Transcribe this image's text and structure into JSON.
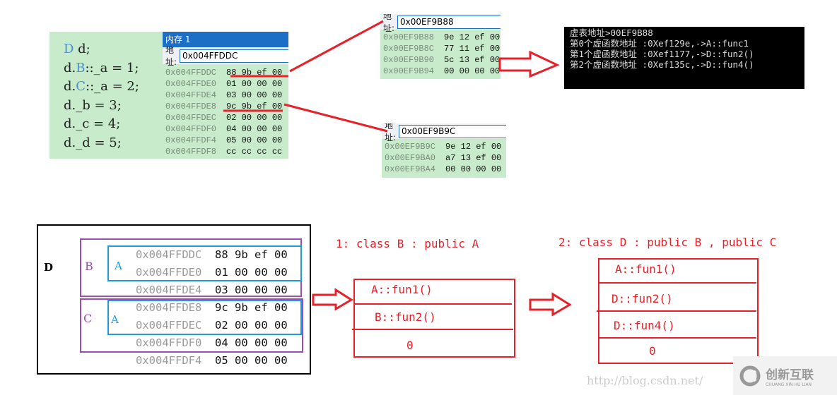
{
  "code": {
    "lines": [
      {
        "pre": "",
        "kw": "D",
        "post": " d;"
      },
      {
        "pre": "d.",
        "kw": "B",
        "post": "::_a = 1;"
      },
      {
        "pre": "d.",
        "kw": "C",
        "post": "::_a = 2;"
      },
      {
        "pre": "d._b = 3;",
        "kw": "",
        "post": ""
      },
      {
        "pre": "d._c = 4;",
        "kw": "",
        "post": ""
      },
      {
        "pre": "d._d = 5;",
        "kw": "",
        "post": ""
      }
    ]
  },
  "memory1": {
    "title": "内存 1",
    "addr_label": "地址:",
    "addr_value": "0x004FFDDC",
    "rows": [
      {
        "a": "0x004FFDDC",
        "b": "88 9b ef 00"
      },
      {
        "a": "0x004FFDE0",
        "b": "01 00 00 00"
      },
      {
        "a": "0x004FFDE4",
        "b": "03 00 00 00"
      },
      {
        "a": "0x004FFDE8",
        "b": "9c 9b ef 00"
      },
      {
        "a": "0x004FFDEC",
        "b": "02 00 00 00"
      },
      {
        "a": "0x004FFDF0",
        "b": "04 00 00 00"
      },
      {
        "a": "0x004FFDF4",
        "b": "05 00 00 00"
      },
      {
        "a": "0x004FFDF8",
        "b": "cc cc cc cc"
      }
    ]
  },
  "memory2": {
    "addr_label": "地址:",
    "addr_value": "0x00EF9B88",
    "rows": [
      {
        "a": "0x00EF9B88",
        "b": "9e 12 ef 00"
      },
      {
        "a": "0x00EF9B8C",
        "b": "77 11 ef 00"
      },
      {
        "a": "0x00EF9B90",
        "b": "5c 13 ef 00"
      },
      {
        "a": "0x00EF9B94",
        "b": "00 00 00 00"
      }
    ]
  },
  "memory3": {
    "addr_label": "地址:",
    "addr_value": "0x00EF9B9C",
    "rows": [
      {
        "a": "0x00EF9B9C",
        "b": "9e 12 ef 00"
      },
      {
        "a": "0x00EF9BA0",
        "b": "a7 13 ef 00"
      },
      {
        "a": "0x00EF9BA4",
        "b": "00 00 00 00"
      }
    ]
  },
  "console": {
    "lines": [
      "虚表地址>00EF9B88",
      "第0个虚函数地址 :0Xef129e,->A::func1",
      "第1个虚函数地址 :0Xef1177,->D::fun2()",
      "第2个虚函数地址 :0Xef135c,->D::fun4()"
    ]
  },
  "layout_diagram": {
    "object_label": "D",
    "b_label": "B",
    "c_label": "C",
    "a_label": "A",
    "rows": [
      {
        "a": "0x004FFDDC",
        "b": "88 9b ef 00"
      },
      {
        "a": "0x004FFDE0",
        "b": "01 00 00 00"
      },
      {
        "a": "0x004FFDE4",
        "b": "03 00 00 00"
      },
      {
        "a": "0x004FFDE8",
        "b": "9c 9b ef 00"
      },
      {
        "a": "0x004FFDEC",
        "b": "02 00 00 00"
      },
      {
        "a": "0x004FFDF0",
        "b": "04 00 00 00"
      },
      {
        "a": "0x004FFDF4",
        "b": "05 00 00 00"
      }
    ]
  },
  "vtable1": {
    "title": "1: class B : public A",
    "entries": [
      "A::fun1()",
      "B::fun2()",
      "0"
    ]
  },
  "vtable2": {
    "title": "2: class D : public B , public C",
    "entries": [
      "A::fun1()",
      "D::fun2()",
      "D::fun4()",
      "0"
    ]
  },
  "watermark": {
    "text": "http://blog.csdn.net/",
    "logo_cn": "创新互联",
    "logo_en": "CHUANG XIN HU LIAN"
  },
  "colors": {
    "red": "#e8202a",
    "purple": "#9b4fb0",
    "blue": "#1e9be0",
    "code_bg": "#c7ebcb"
  }
}
